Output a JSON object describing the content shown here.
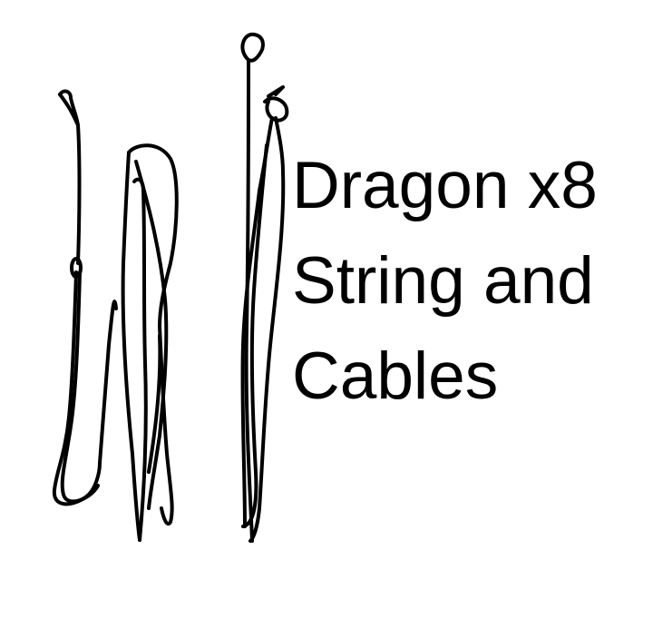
{
  "title": {
    "lines": [
      "Dragon x8",
      "String and",
      "Cables"
    ]
  },
  "illustration": {
    "subject": "bow string and cables line drawing",
    "stroke_color": "#000000",
    "background_color": "#ffffff"
  }
}
